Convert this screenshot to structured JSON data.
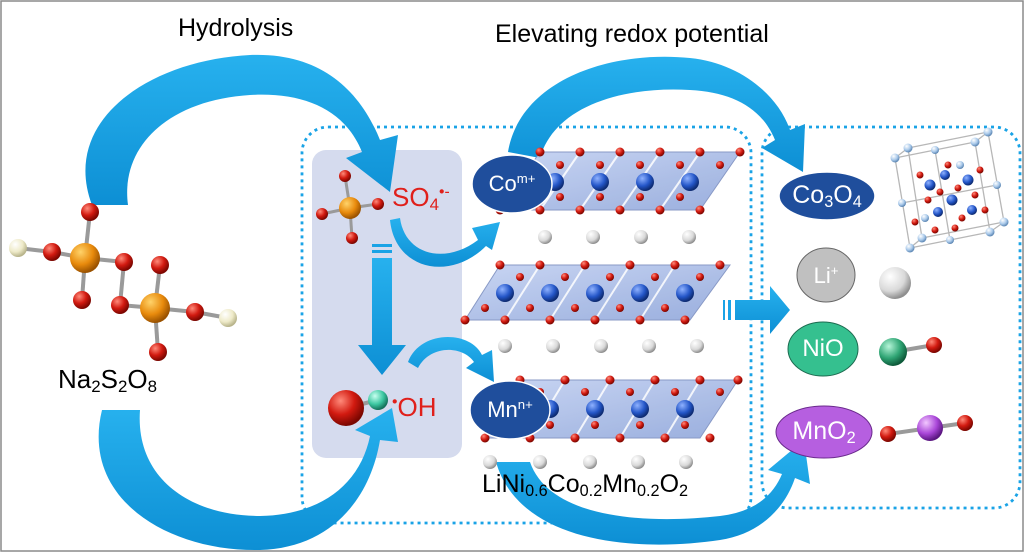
{
  "labels": {
    "hydrolysis": "Hydrolysis",
    "elevating": "Elevating redox potential",
    "precursor": {
      "a": "Na",
      "b": "2",
      "c": "S",
      "d": "2",
      "e": "O",
      "f": "8"
    },
    "sulfate": {
      "base": "SO",
      "sub": "4",
      "sup": "•-"
    },
    "hydroxyl": {
      "dot": "•",
      "base": "OH"
    },
    "cobalt_ion": {
      "base": "Co",
      "sup": "m+"
    },
    "manganese_ion": {
      "base": "Mn",
      "sup": "n+"
    },
    "cathode": {
      "a": "LiNi",
      "b": "0.6",
      "c": "Co",
      "d": "0.2",
      "e": "Mn",
      "f": "0.2",
      "g": "O",
      "h": "2"
    },
    "products": {
      "co3o4": {
        "a": "Co",
        "b": "3",
        "c": "O",
        "d": "4"
      },
      "li": {
        "base": "Li",
        "sup": "+"
      },
      "nio": "NiO",
      "mno2": {
        "a": "MnO",
        "b": "2"
      }
    }
  },
  "colors": {
    "arrow": "#1aa3e6",
    "dotted_border": "#1aa3e6",
    "panel": "#d5dbee",
    "oval_blue": "#1f4e9c",
    "oval_grey": "#c0c0c0",
    "oval_green": "#35c08f",
    "oval_purple": "#b65fe0",
    "red_text": "#e0201b"
  }
}
